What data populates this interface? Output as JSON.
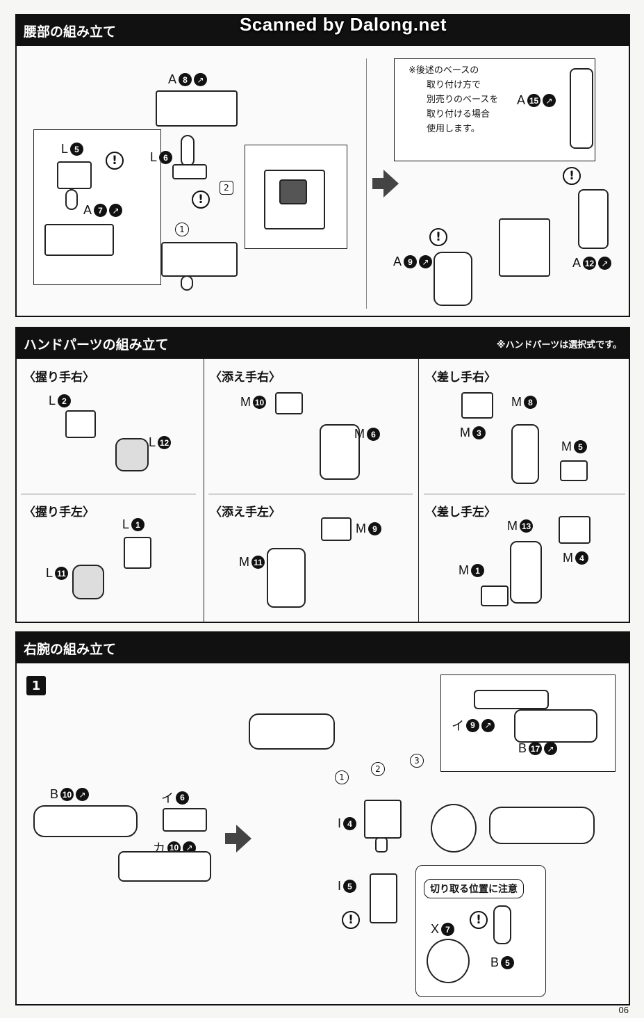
{
  "watermark": "Scanned by Dalong.net",
  "page_number": "06",
  "section1": {
    "title": "腰部の組み立て",
    "note_lines": [
      "※後述のベースの",
      "取り付け方で",
      "別売りのベースを",
      "取り付ける場合",
      "使用します。"
    ],
    "labels": {
      "a8": {
        "letter": "A",
        "num": "8"
      },
      "l6": {
        "letter": "L",
        "num": "6"
      },
      "l5": {
        "letter": "L",
        "num": "5"
      },
      "a7": {
        "letter": "A",
        "num": "7"
      },
      "a15": {
        "letter": "A",
        "num": "15"
      },
      "a9": {
        "letter": "A",
        "num": "9"
      },
      "a12": {
        "letter": "A",
        "num": "12"
      }
    },
    "step_marks": {
      "one": "1",
      "two": "2"
    }
  },
  "section2": {
    "title": "ハンドパーツの組み立て",
    "note": "※ハンドパーツは選択式です。",
    "cells": [
      {
        "title": "〈握り手右〉",
        "labels": [
          {
            "letter": "L",
            "num": "2"
          },
          {
            "letter": "L",
            "num": "12"
          }
        ]
      },
      {
        "title": "〈添え手右〉",
        "labels": [
          {
            "letter": "M",
            "num": "10"
          },
          {
            "letter": "M",
            "num": "6"
          }
        ]
      },
      {
        "title": "〈差し手右〉",
        "labels": [
          {
            "letter": "M",
            "num": "8"
          },
          {
            "letter": "M",
            "num": "3"
          },
          {
            "letter": "M",
            "num": "5"
          }
        ]
      },
      {
        "title": "〈握り手左〉",
        "labels": [
          {
            "letter": "L",
            "num": "1"
          },
          {
            "letter": "L",
            "num": "11"
          }
        ]
      },
      {
        "title": "〈添え手左〉",
        "labels": [
          {
            "letter": "M",
            "num": "9"
          },
          {
            "letter": "M",
            "num": "11"
          }
        ]
      },
      {
        "title": "〈差し手左〉",
        "labels": [
          {
            "letter": "M",
            "num": "13"
          },
          {
            "letter": "M",
            "num": "4"
          },
          {
            "letter": "M",
            "num": "1"
          }
        ]
      }
    ]
  },
  "section3": {
    "title": "右腕の組み立て",
    "step": "1",
    "labels": {
      "b10": {
        "letter": "B",
        "num": "10"
      },
      "i6": {
        "letter": "イ",
        "num": "6"
      },
      "ka10": {
        "letter": "カ",
        "num": "10"
      },
      "i9": {
        "letter": "イ",
        "num": "9"
      },
      "b17": {
        "letter": "B",
        "num": "17"
      },
      "I4": {
        "letter": "I",
        "num": "4"
      },
      "I5": {
        "letter": "I",
        "num": "5"
      },
      "x7": {
        "letter": "X",
        "num": "7"
      },
      "b5": {
        "letter": "B",
        "num": "5"
      }
    },
    "caution": "切り取る位置に注意",
    "step_marks": {
      "one": "1",
      "two": "2",
      "three": "3"
    }
  }
}
